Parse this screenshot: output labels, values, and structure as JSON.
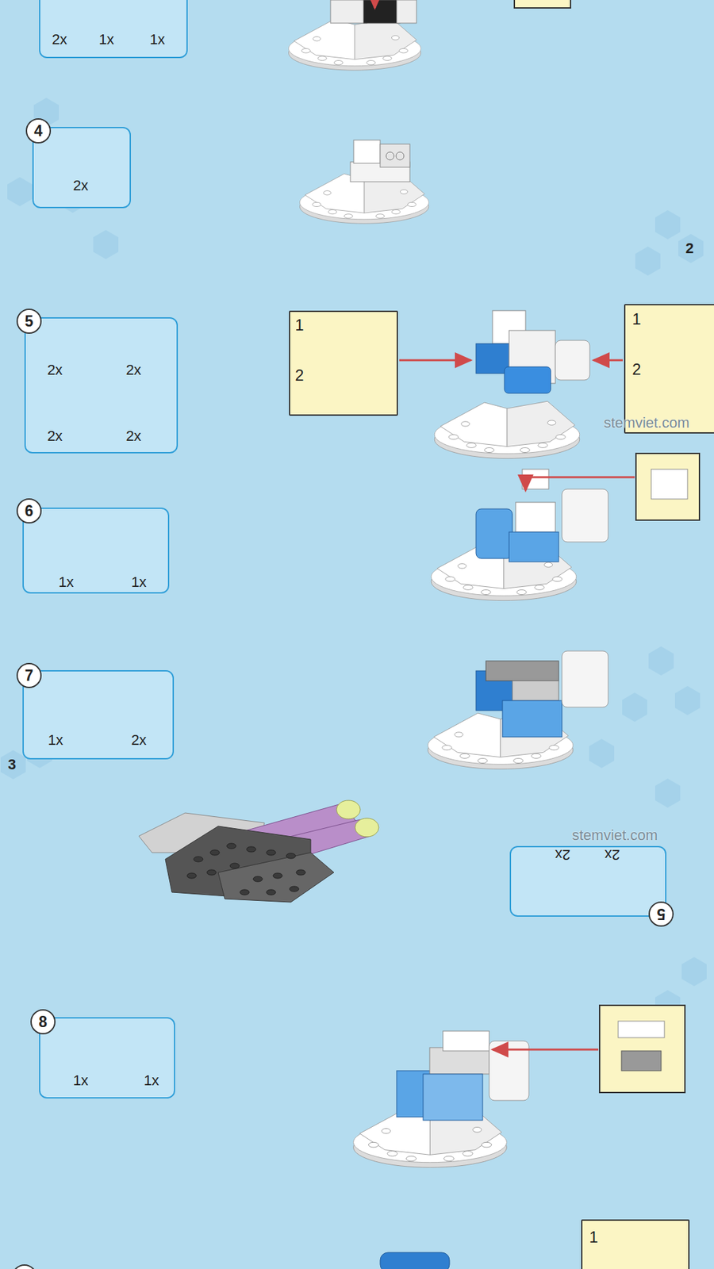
{
  "diagram": {
    "nodes": [
      {
        "text": [
          "2x",
          "1x",
          "1x"
        ]
      },
      {
        "text": [
          "4",
          "2x"
        ]
      },
      {
        "text": [
          "5",
          "2x",
          "2x",
          "2x",
          "2x"
        ]
      },
      {
        "text": [
          "1",
          "2"
        ]
      },
      {
        "text": [
          "1",
          "2"
        ]
      },
      {
        "text": [
          "6",
          "1x",
          "1x"
        ]
      },
      {
        "text": [
          "7",
          "1x",
          "2x"
        ]
      },
      {
        "text": [
          "5",
          "2x",
          "2x"
        ]
      },
      {
        "text": [
          "8",
          "1x",
          "1x"
        ]
      },
      {
        "text": [
          "1"
        ]
      }
    ],
    "labels": [
      "2",
      "stemviet.com",
      "3",
      "stemviet.com"
    ]
  }
}
